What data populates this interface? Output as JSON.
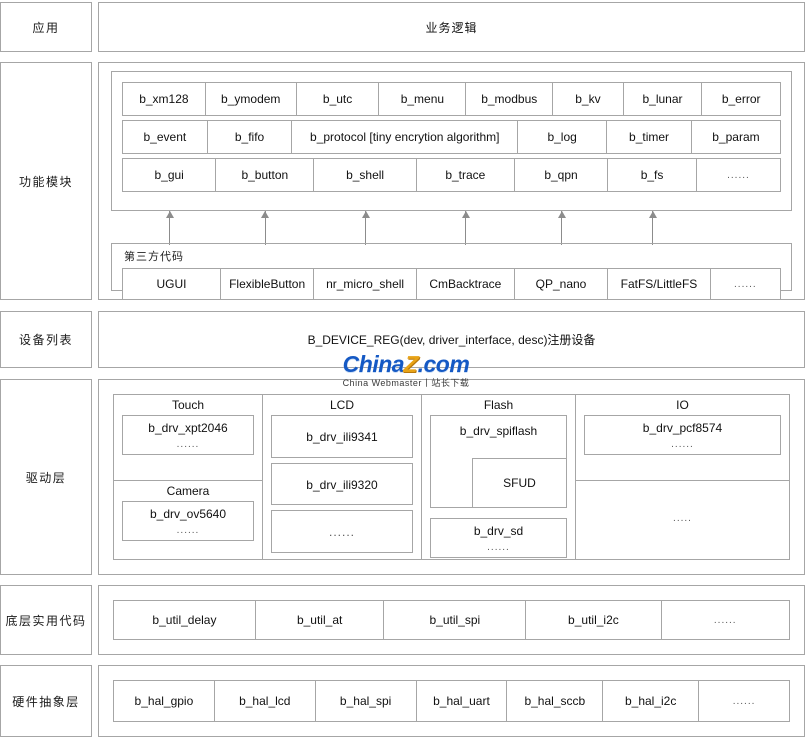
{
  "watermark": {
    "brand_china": "China",
    "brand_z": "Z",
    "brand_domain": ".com",
    "subtitle": "China Webmaster丨站长下载",
    "color_blue": "#1559c4",
    "color_gold": "#e8a317"
  },
  "layers": [
    {
      "key": "application",
      "label": "应用",
      "content_text": "业务逻辑"
    },
    {
      "key": "functional_modules",
      "label": "功能模块",
      "module_rows": [
        [
          "b_xm128",
          "b_ymodem",
          "b_utc",
          "b_menu",
          "b_modbus",
          "b_kv",
          "b_lunar",
          "b_error"
        ],
        [
          "b_event",
          "b_fifo",
          "b_protocol [tiny encrytion algorithm]",
          "b_log",
          "b_timer",
          "b_param"
        ],
        [
          "b_gui",
          "b_button",
          "b_shell",
          "b_trace",
          "b_qpn",
          "b_fs",
          "......"
        ]
      ],
      "third_party": {
        "title": "第三方代码",
        "items": [
          "UGUI",
          "FlexibleButton",
          "nr_micro_shell",
          "CmBacktrace",
          "QP_nano",
          "FatFS/LittleFS",
          "......"
        ]
      }
    },
    {
      "key": "device_list",
      "label": "设备列表",
      "content_text": "B_DEVICE_REG(dev, driver_interface, desc)注册设备"
    },
    {
      "key": "driver_layer",
      "label": "驱动层",
      "columns": [
        {
          "name": "touch-camera",
          "groups": [
            {
              "title": "Touch",
              "items": [
                {
                  "name": "b_drv_xpt2046",
                  "more": "......"
                }
              ]
            },
            {
              "title": "Camera",
              "items": [
                {
                  "name": "b_drv_ov5640",
                  "more": "......"
                }
              ]
            }
          ]
        },
        {
          "name": "lcd",
          "groups": [
            {
              "title": "LCD",
              "items": [
                {
                  "name": "b_drv_ili9341",
                  "more": ""
                },
                {
                  "name": "b_drv_ili9320",
                  "more": ""
                },
                {
                  "name": "......",
                  "more": ""
                }
              ]
            }
          ]
        },
        {
          "name": "flash",
          "groups": [
            {
              "title": "Flash",
              "items": [
                {
                  "name": "b_drv_spiflash",
                  "more": "",
                  "nested": "SFUD"
                },
                {
                  "name": "b_drv_sd",
                  "more": "......"
                }
              ]
            }
          ]
        },
        {
          "name": "io",
          "groups": [
            {
              "title": "IO",
              "items": [
                {
                  "name": "b_drv_pcf8574",
                  "more": "......"
                }
              ]
            },
            {
              "title": "",
              "items": [
                {
                  "name": "....."
                }
              ]
            }
          ]
        }
      ]
    },
    {
      "key": "util_layer",
      "label": "底层实用代码",
      "items": [
        "b_util_delay",
        "b_util_at",
        "b_util_spi",
        "b_util_i2c",
        "......"
      ]
    },
    {
      "key": "hal_layer",
      "label": "硬件抽象层",
      "items": [
        "b_hal_gpio",
        "b_hal_lcd",
        "b_hal_spi",
        "b_hal_uart",
        "b_hal_sccb",
        "b_hal_i2c",
        "......"
      ]
    }
  ]
}
